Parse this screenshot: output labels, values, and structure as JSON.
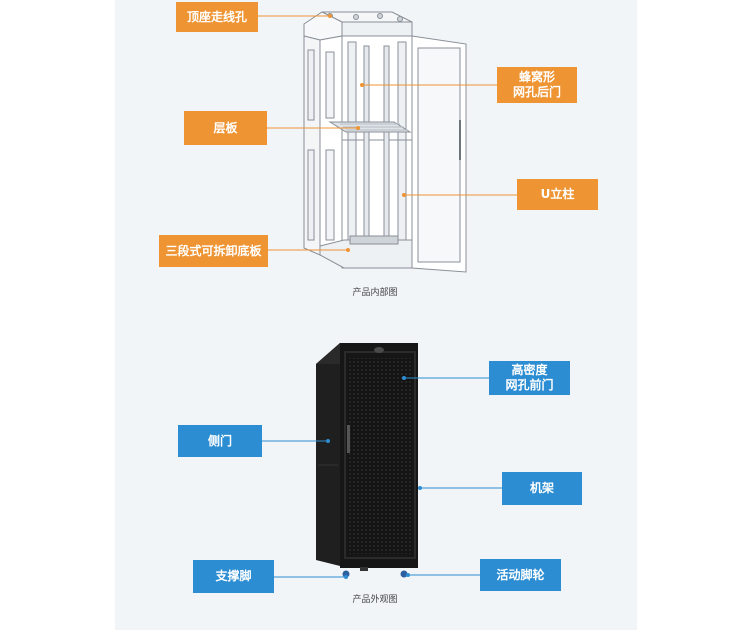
{
  "top_section": {
    "labels": {
      "top_cable_hole": "顶座走线孔",
      "shelf": "层板",
      "removable_bottom": "三段式可拆卸底板",
      "rear_door_line1": "蜂窝形",
      "rear_door_line2": "网孔后门",
      "u_post": "U立柱"
    },
    "caption": "产品内部图"
  },
  "bottom_section": {
    "labels": {
      "side_door": "侧门",
      "support_foot": "支撑脚",
      "front_door_line1": "高密度",
      "front_door_line2": "网孔前门",
      "frame": "机架",
      "caster": "活动脚轮"
    },
    "caption": "产品外观图"
  },
  "colors": {
    "orange": "#ee9433",
    "blue": "#2d8dd2",
    "panel": "#f1f5f8"
  }
}
